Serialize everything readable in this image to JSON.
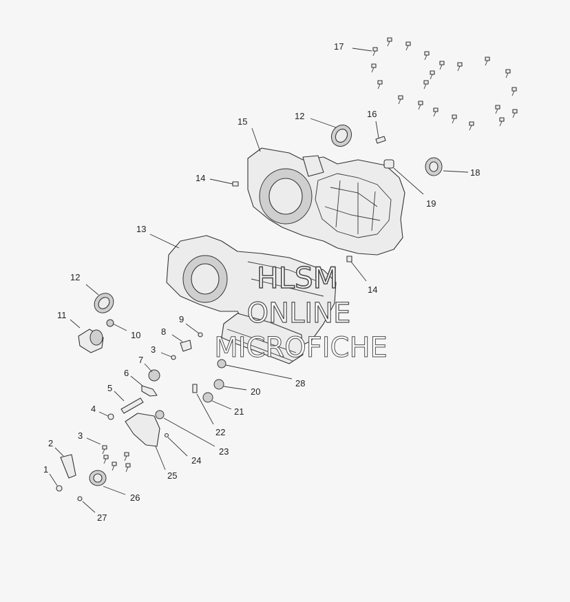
{
  "callouts": [
    {
      "id": "c1",
      "label": "1"
    },
    {
      "id": "c2",
      "label": "2"
    },
    {
      "id": "c3a",
      "label": "3"
    },
    {
      "id": "c3b",
      "label": "3"
    },
    {
      "id": "c4",
      "label": "4"
    },
    {
      "id": "c5",
      "label": "5"
    },
    {
      "id": "c6",
      "label": "6"
    },
    {
      "id": "c7",
      "label": "7"
    },
    {
      "id": "c8",
      "label": "8"
    },
    {
      "id": "c9",
      "label": "9"
    },
    {
      "id": "c10",
      "label": "10"
    },
    {
      "id": "c11",
      "label": "11"
    },
    {
      "id": "c12a",
      "label": "12"
    },
    {
      "id": "c12b",
      "label": "12"
    },
    {
      "id": "c13",
      "label": "13"
    },
    {
      "id": "c14a",
      "label": "14"
    },
    {
      "id": "c14b",
      "label": "14"
    },
    {
      "id": "c15",
      "label": "15"
    },
    {
      "id": "c16",
      "label": "16"
    },
    {
      "id": "c17",
      "label": "17"
    },
    {
      "id": "c18",
      "label": "18"
    },
    {
      "id": "c19",
      "label": "19"
    },
    {
      "id": "c20",
      "label": "20"
    },
    {
      "id": "c21",
      "label": "21"
    },
    {
      "id": "c22",
      "label": "22"
    },
    {
      "id": "c23",
      "label": "23"
    },
    {
      "id": "c24",
      "label": "24"
    },
    {
      "id": "c25",
      "label": "25"
    },
    {
      "id": "c26",
      "label": "26"
    },
    {
      "id": "c27",
      "label": "27"
    },
    {
      "id": "c28",
      "label": "28"
    }
  ],
  "watermark": {
    "line1": "HLSM",
    "line2": "ONLINE",
    "line3": "MICROFICHE"
  }
}
